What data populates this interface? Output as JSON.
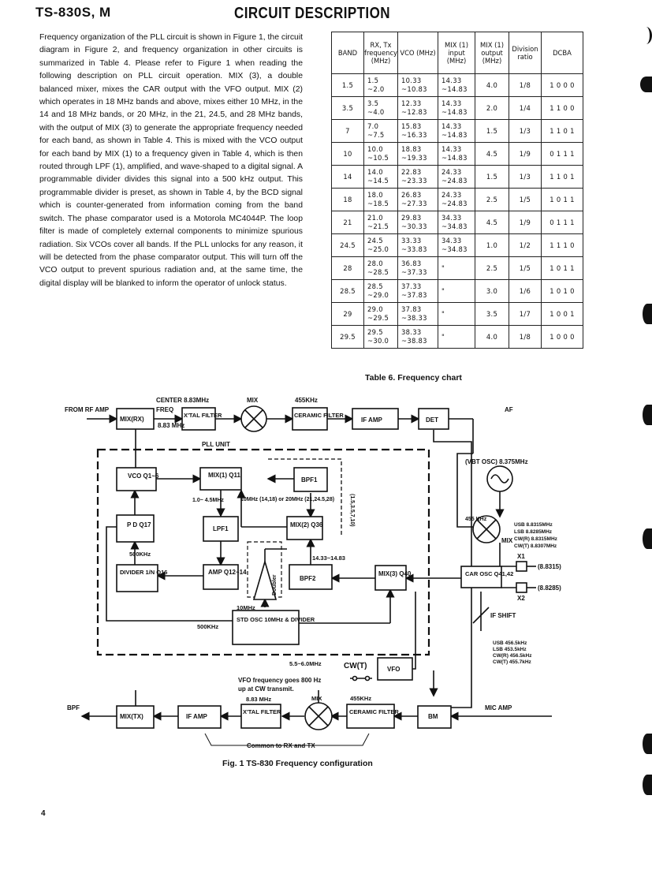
{
  "header": {
    "model": "TS-830S, M",
    "title": "CIRCUIT DESCRIPTION"
  },
  "body_text": "Frequency organization of the PLL circuit is shown in Figure 1, the circuit diagram in Figure 2, and frequency organization in other circuits is summarized in Table 4. Please refer to Figure 1 when reading the following description on PLL circuit operation. MIX (3), a double balanced mixer, mixes the CAR output with the VFO output. MIX (2) which operates in 18 MHz bands and above, mixes either 10 MHz, in the 14 and 18 MHz bands, or 20 MHz, in the 21, 24.5, and 28 MHz bands, with the output of MIX (3) to generate the appropriate frequency needed for each band, as shown in Table 4. This is mixed with the VCO output for each band by MIX (1) to a frequency given in Table 4, which is then routed through LPF (1), amplified, and wave-shaped to a digital signal. A programmable divider divides this signal into a 500 kHz output. This programmable divider is preset, as shown in Table 4, by the BCD signal which is counter-generated from information coming from the band switch. The phase comparator used is a Motorola MC4044P. The loop filter is made of completely external components to minimize spurious radiation. Six VCOs cover all bands. If the PLL unlocks for any reason, it will be detected from the phase comparator output. This will turn off the VCO output to prevent spurious radiation and, at the same time, the digital display will be blanked to inform the operator of unlock status.",
  "table": {
    "headers": [
      "BAND",
      "RX, Tx frequency (MHz)",
      "VCO (MHz)",
      "MIX (1) input (MHz)",
      "MIX (1) output (MHz)",
      "Division ratio",
      "DCBA"
    ],
    "rows": [
      [
        "1.5",
        "1.5 ~2.0",
        "10.33 ~10.83",
        "14.33 ~14.83",
        "4.0",
        "1/8",
        "1 0 0 0"
      ],
      [
        "3.5",
        "3.5 ~4.0",
        "12.33 ~12.83",
        "14.33 ~14.83",
        "2.0",
        "1/4",
        "1 1 0 0"
      ],
      [
        "7",
        "7.0 ~7.5",
        "15.83 ~16.33",
        "14.33 ~14.83",
        "1.5",
        "1/3",
        "1 1 0 1"
      ],
      [
        "10",
        "10.0 ~10.5",
        "18.83 ~19.33",
        "14.33 ~14.83",
        "4.5",
        "1/9",
        "0 1 1 1"
      ],
      [
        "14",
        "14.0 ~14.5",
        "22.83 ~23.33",
        "24.33 ~24.83",
        "1.5",
        "1/3",
        "1 1 0 1"
      ],
      [
        "18",
        "18.0 ~18.5",
        "26.83 ~27.33",
        "24.33 ~24.83",
        "2.5",
        "1/5",
        "1 0 1 1"
      ],
      [
        "21",
        "21.0 ~21.5",
        "29.83 ~30.33",
        "34.33 ~34.83",
        "4.5",
        "1/9",
        "0 1 1 1"
      ],
      [
        "24.5",
        "24.5 ~25.0",
        "33.33 ~33.83",
        "34.33 ~34.83",
        "1.0",
        "1/2",
        "1 1 1 0"
      ],
      [
        "28",
        "28.0 ~28.5",
        "36.83 ~37.33",
        "\"",
        "2.5",
        "1/5",
        "1 0 1 1"
      ],
      [
        "28.5",
        "28.5 ~29.0",
        "37.33 ~37.83",
        "\"",
        "3.0",
        "1/6",
        "1 0 1 0"
      ],
      [
        "29",
        "29.0 ~29.5",
        "37.83 ~38.33",
        "\"",
        "3.5",
        "1/7",
        "1 0 0 1"
      ],
      [
        "29.5",
        "29.5 ~30.0",
        "38.33 ~38.83",
        "\"",
        "4.0",
        "1/8",
        "1 0 0 0"
      ]
    ],
    "caption": "Table 6. Frequency chart"
  },
  "diagram": {
    "blocks": {
      "mix_rx": "MIX(RX)",
      "xtal_filter": "X'TAL FILTER",
      "ceramic_filter": "CERAMIC FILTER",
      "if_amp": "IF AMP",
      "det": "DET",
      "vco": "VCO Q1~6",
      "mix1": "MIX(1) Q11",
      "bpf1": "BPF1",
      "pd": "P D Q17",
      "lpf1": "LPF1",
      "mix2": "MIX(2) Q36",
      "divider": "DIVIDER 1/N Q16",
      "amp": "AMP Q12~14",
      "doubler": "Doubler",
      "bpf2": "BPF2",
      "mix3": "MIX(3) Q40",
      "car_osc": "CAR OSC Q41,42",
      "std_osc": "STD OSC 10MHz & DIVIDER",
      "vfo": "VFO",
      "mix_tx": "MIX(TX)",
      "bm": "BM"
    },
    "labels": {
      "from_rf_amp": "FROM RF AMP",
      "center": "CENTER 8.83MHz",
      "freq": "FREQ",
      "freq_val": "8.83 MHz",
      "mix": "MIX",
      "khz455": "455KHz",
      "af": "AF",
      "pll_unit": "PLL UNIT",
      "vbt_osc": "(VBT OSC) 8.375MHz",
      "khz455b": "455 KHz",
      "range_1_45": "1.0~ 4.5MHz",
      "mhz10_group": "10MHz (14,18) or 20MHz (21,24.5,28)",
      "bands_vertical": "(1.5,3.5,7,10)",
      "range_1433": "14.33~14.83",
      "khz500": "500KHz",
      "mhz10": "10MHz",
      "khz500b": "500KHz",
      "x1": "X1",
      "x2": "X2",
      "xtal1": "(8.8315)",
      "xtal2": "(8.8285)",
      "if_shift": "IF SHIFT",
      "vfo_range": "5.5~6.0MHz",
      "cw_t": "CW(T)",
      "vfo_note1": "VFO frequency goes 800 Hz",
      "vfo_note2": "up at CW transmit.",
      "bpf_out": "BPF",
      "mic_amp": "MIC AMP",
      "common": "Common to RX and TX",
      "car_freqs": [
        "USB  8.8315MHz",
        "LSB  8.8285MHz",
        "CW(R) 8.8315MHz",
        "CW(T) 8.8307MHz"
      ],
      "if_freqs": [
        "USB  456.5kHz",
        "LSB  453.5kHz",
        "CW(R)  456.5kHz",
        "CW(T)  455.7kHz"
      ]
    },
    "caption": "Fig. 1  TS-830  Frequency configuration"
  },
  "page_number": "4"
}
